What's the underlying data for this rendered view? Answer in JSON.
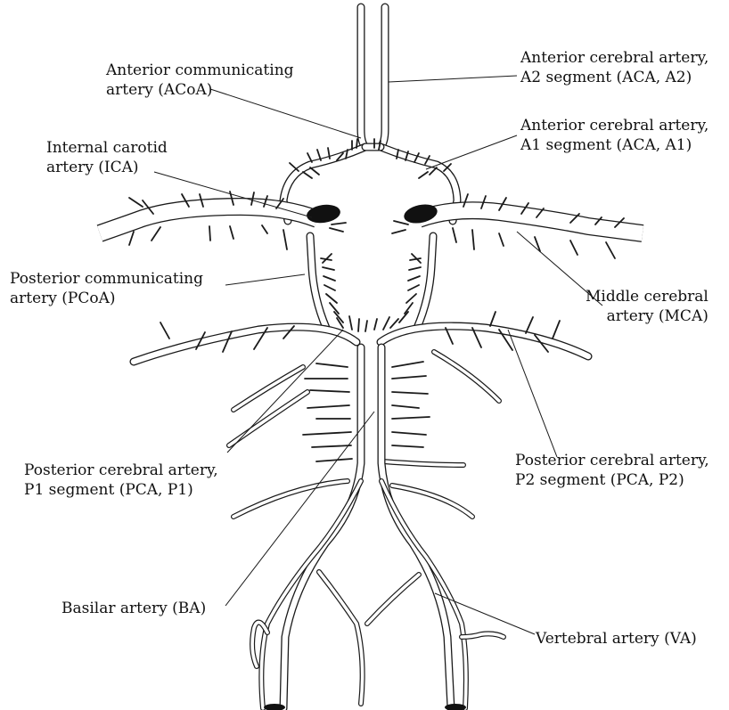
{
  "labels": {
    "acoa": {
      "line1": "Anterior communicating",
      "line2": "artery (ACoA)"
    },
    "aca_a2": {
      "line1": "Anterior cerebral artery,",
      "line2": "A2 segment (ACA, A2)"
    },
    "aca_a1": {
      "line1": "Anterior cerebral artery,",
      "line2": "A1 segment (ACA, A1)"
    },
    "ica": {
      "line1": "Internal carotid",
      "line2": "artery (ICA)"
    },
    "pcoa": {
      "line1": "Posterior communicating",
      "line2": "artery (PCoA)"
    },
    "mca": {
      "line1": "Middle cerebral",
      "line2": "artery (MCA)"
    },
    "pca_p1": {
      "line1": "Posterior cerebral artery,",
      "line2": "P1 segment (PCA, P1)"
    },
    "pca_p2": {
      "line1": "Posterior cerebral artery,",
      "line2": "P2 segment (PCA, P2)"
    },
    "ba": {
      "text": "Basilar artery (BA)"
    },
    "va": {
      "text": "Vertebral artery (VA)"
    }
  },
  "colors": {
    "stroke": "#1a1a1a",
    "fill": "#ffffff",
    "ica_fill": "#111111"
  }
}
